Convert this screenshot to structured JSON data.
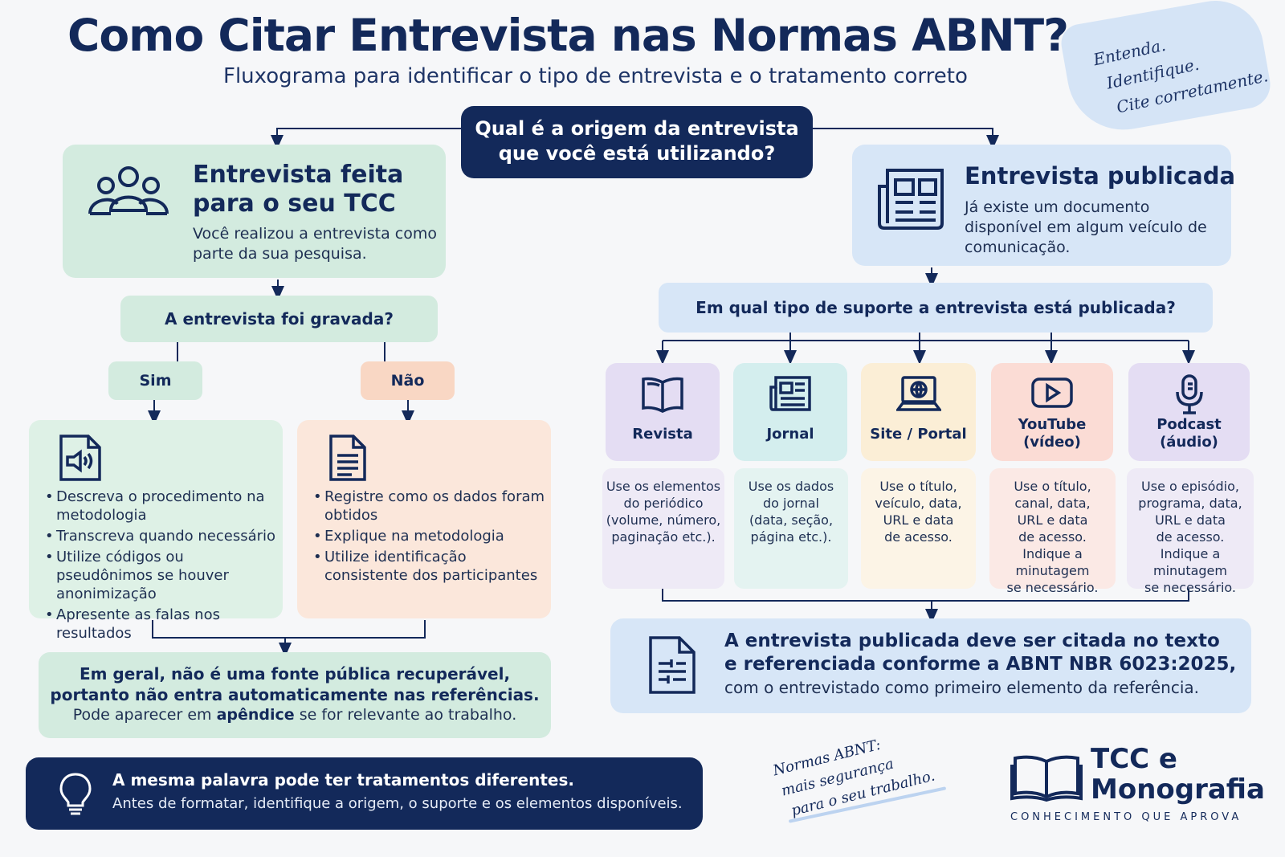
{
  "header": {
    "title": "Como Citar Entrevista nas Normas ABNT?",
    "subtitle": "Fluxograma para identificar o tipo de entrevista e o tratamento correto",
    "brush_lines": [
      "Entenda.",
      "Identifique.",
      "Cite corretamente."
    ]
  },
  "question_main": {
    "line1": "Qual é a origem da entrevista",
    "line2": "que você está utilizando?"
  },
  "left": {
    "card": {
      "icon": "users-icon",
      "title_line1": "Entrevista feita",
      "title_line2": "para o seu TCC",
      "description": "Você realizou a entrevista como parte da sua pesquisa."
    },
    "question": "A entrevista foi gravada?",
    "yes_label": "Sim",
    "no_label": "Não",
    "yes_box": {
      "icon": "audio-file-icon",
      "bullets": [
        "Descreva o procedimento na metodologia",
        "Transcreva quando necessário",
        "Utilize códigos ou pseudônimos se houver anonimização",
        "Apresente as falas nos resultados"
      ]
    },
    "no_box": {
      "icon": "document-icon",
      "bullets": [
        "Registre como os dados foram obtidos",
        "Explique na metodologia",
        "Utilize identificação consistente dos participantes"
      ]
    },
    "result": {
      "line1": "Em geral, não é uma fonte pública recuperável,",
      "line2": "portanto não entra automaticamente nas referências.",
      "line3_prefix": "Pode aparecer em",
      "line3_bold": "apêndice",
      "line3_suffix": "se for relevante ao trabalho."
    }
  },
  "right": {
    "card": {
      "icon": "newspaper-icon",
      "title": "Entrevista publicada",
      "description": "Já existe um documento disponível em algum veículo de comunicação."
    },
    "question": "Em qual tipo de suporte a entrevista está publicada?",
    "media": [
      {
        "icon": "book-icon",
        "label": "Revista",
        "label2": "",
        "desc": [
          "Use os elementos",
          "do periódico",
          "(volume, número,",
          "paginação etc.)."
        ]
      },
      {
        "icon": "newspaper-icon",
        "label": "Jornal",
        "label2": "",
        "desc": [
          "Use os dados",
          "do jornal",
          "(data, seção,",
          "página etc.)."
        ]
      },
      {
        "icon": "laptop-globe-icon",
        "label": "Site / Portal",
        "label2": "",
        "desc": [
          "Use o título,",
          "veículo, data,",
          "URL e data",
          "de acesso."
        ]
      },
      {
        "icon": "play-icon",
        "label": "YouTube",
        "label2": "(vídeo)",
        "desc": [
          "Use o título,",
          "canal, data,",
          "URL e data",
          "de acesso.",
          "Indique a minutagem",
          "se necessário."
        ]
      },
      {
        "icon": "microphone-icon",
        "label": "Podcast",
        "label2": "(áudio)",
        "desc": [
          "Use o episódio,",
          "programa, data,",
          "URL e data",
          "de acesso.",
          "Indique a minutagem",
          "se necessário."
        ]
      }
    ],
    "result": {
      "icon": "file-text-icon",
      "line1": "A entrevista publicada deve ser citada no texto",
      "line2": "e referenciada conforme a ABNT NBR 6023:2025,",
      "line3": "com o entrevistado como primeiro elemento da referência."
    }
  },
  "tip": {
    "icon": "lightbulb-icon",
    "line1": "A mesma palavra pode ter tratamentos diferentes.",
    "line2": "Antes de formatar, identifique a origem, o suporte e os elementos disponíveis."
  },
  "footer": {
    "handwritten": [
      "Normas ABNT:",
      "mais segurança",
      "para o seu trabalho."
    ],
    "logo_icon": "open-book-icon",
    "logo_line1": "TCC e",
    "logo_line2": "Monografia",
    "tagline": "CONHECIMENTO QUE APROVA"
  },
  "colors": {
    "navy": "#13295a",
    "green": "#d3ebdf",
    "peach": "#f9d7c4",
    "blue": "#d7e6f7",
    "purple": "#e4ddf3",
    "teal": "#d4eeee",
    "yellow": "#fbeed6",
    "red": "#fbdcd5"
  }
}
